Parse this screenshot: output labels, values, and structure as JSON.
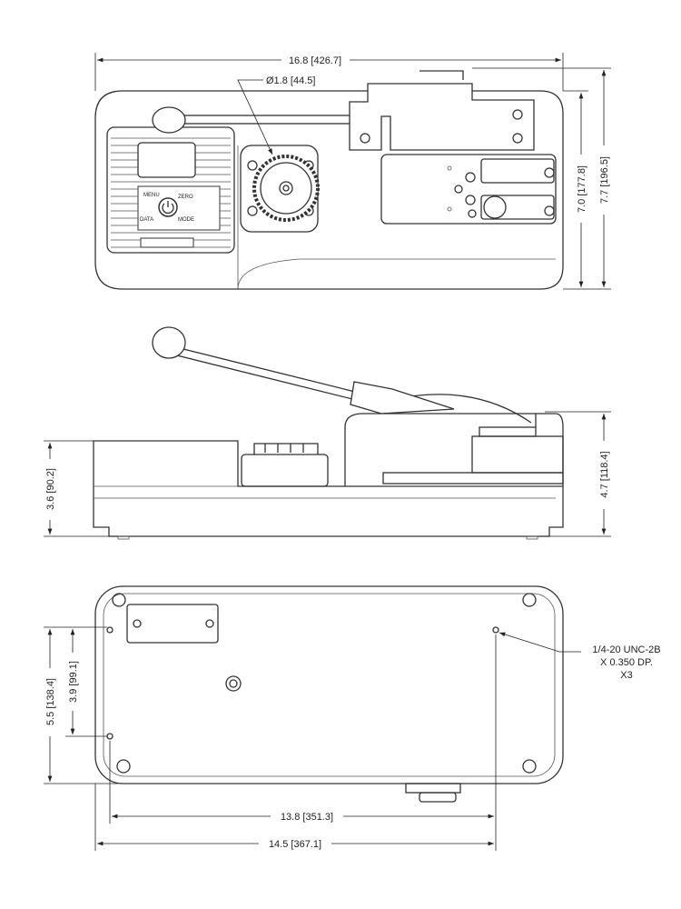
{
  "top_view": {
    "overall_length": "16.8 [426.7]",
    "dial_diameter": "Ø1.8 [44.5]",
    "depth_body": "7.0 [177.8]",
    "depth_overall": "7.7 [196.5]",
    "panel": {
      "menu": "MENU",
      "zero": "ZERO",
      "data": "DATA",
      "mode": "MODE"
    }
  },
  "side_view": {
    "base_height": "3.6 [90.2]",
    "overall_height": "4.7 [118.4]"
  },
  "bottom_view": {
    "hole_span_outer": "5.5 [138.4]",
    "hole_span_inner": "3.9 [99.1]",
    "hole_spacing_x": "13.8 [351.3]",
    "hole_offset_x": "14.5 [367.1]",
    "callout": [
      "1/4-20 UNC-2B",
      "X 0.350 DP.",
      "X3"
    ]
  }
}
